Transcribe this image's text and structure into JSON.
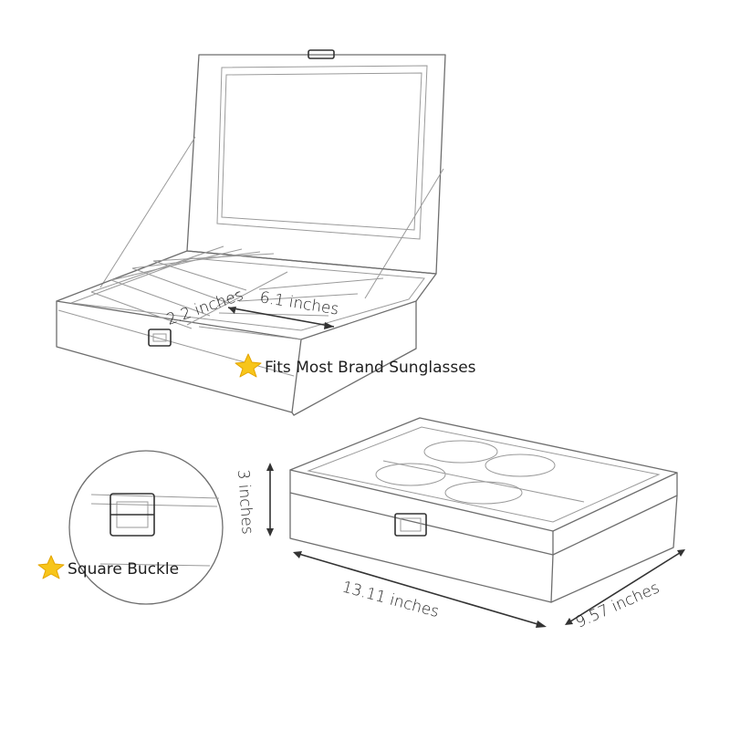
{
  "features": {
    "fit": "Fits Most Brand Sunglasses",
    "buckle": "Square Buckle",
    "star_color": "#f7c51a"
  },
  "dimensions": {
    "slot_width": "2.2 inches",
    "slot_length": "6.1 inches",
    "height": "3 inches",
    "length": "13.11 inches",
    "depth": "9.57 inches"
  }
}
